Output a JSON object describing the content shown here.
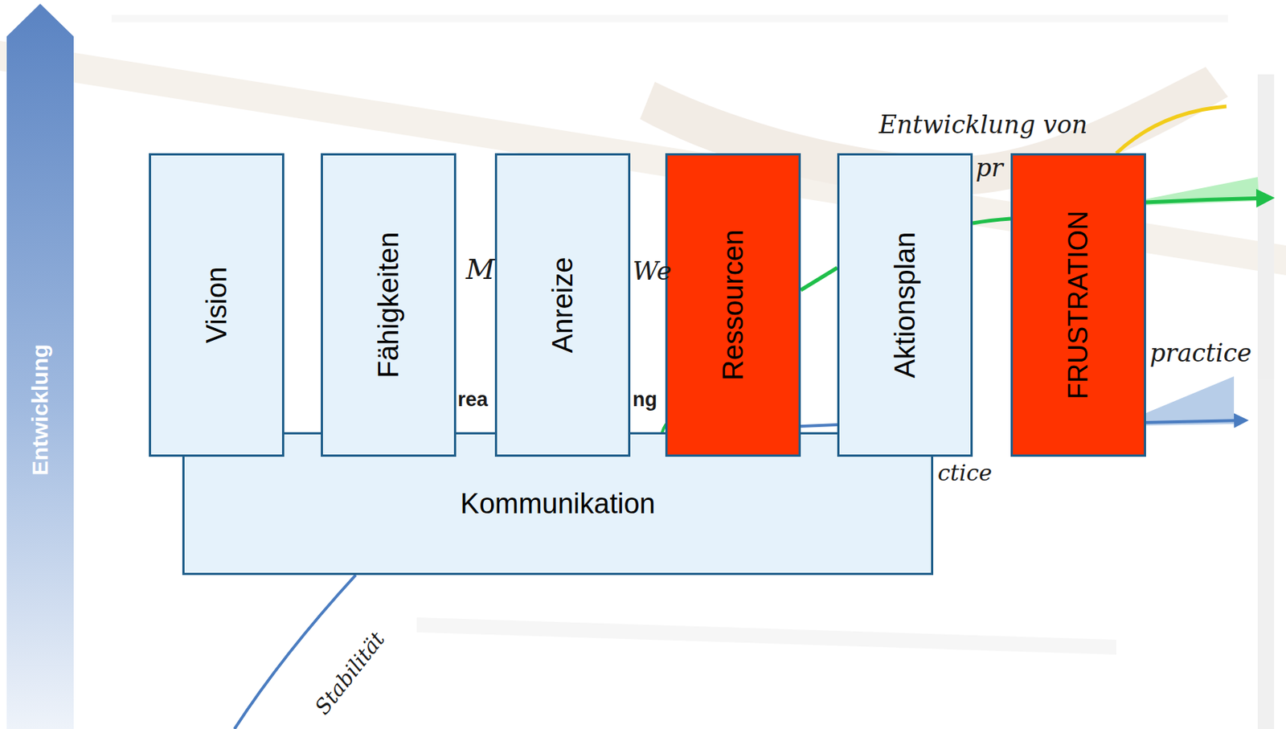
{
  "diagram": {
    "nodes": [
      {
        "text": [
          "Entwicklung"
        ]
      },
      {
        "text": [
          "Vision"
        ]
      },
      {
        "text": [
          "Fähigkeiten"
        ]
      },
      {
        "text": [
          "Anreize"
        ]
      },
      {
        "text": [
          "Ressourcen"
        ]
      },
      {
        "text": [
          "Aktionsplan"
        ]
      },
      {
        "text": [
          "FRUSTRATION"
        ]
      },
      {
        "text": [
          "Kommunikation"
        ]
      }
    ],
    "labels": [
      "Entwicklung von",
      "pr",
      "M",
      "We",
      "rea",
      "ng",
      "practice",
      "ctice",
      "Stabilität"
    ]
  }
}
